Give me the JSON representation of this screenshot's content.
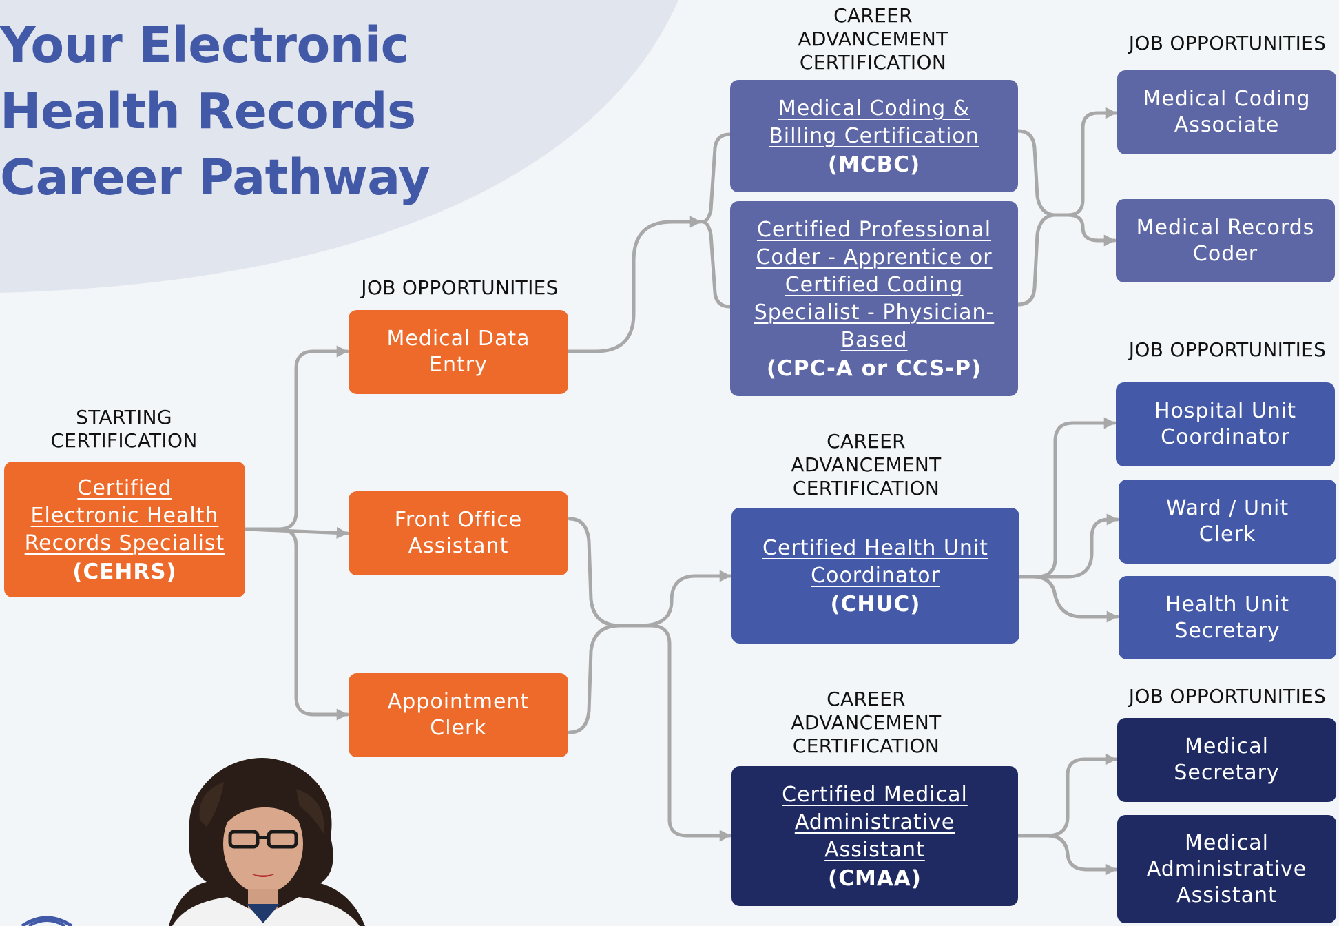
{
  "title_lines": [
    "Your Electronic",
    "Health Records",
    "Career Pathway"
  ],
  "starting": {
    "heading": [
      "STARTING",
      "CERTIFICATION"
    ],
    "name": [
      "Certified",
      "Electronic Health",
      "Records Specialist"
    ],
    "code": "(CEHRS)"
  },
  "entry_jobs": {
    "heading": "JOB OPPORTUNITIES",
    "items": [
      [
        "Medical Data",
        "Entry"
      ],
      [
        "Front Office",
        "Assistant"
      ],
      [
        "Appointment",
        "Clerk"
      ]
    ]
  },
  "advancement_heading": [
    "CAREER",
    "ADVANCEMENT",
    "CERTIFICATION"
  ],
  "certifications": {
    "mcbc": {
      "name": [
        "Medical Coding &",
        "Billing Certification"
      ],
      "code": "(MCBC)"
    },
    "cpc": {
      "name": [
        "Certified Professional",
        "Coder - Apprentice or",
        "Certified Coding",
        "Specialist - Physician-",
        "Based"
      ],
      "code": "(CPC-A or CCS-P)"
    },
    "chuc": {
      "name": [
        "Certified Health Unit",
        "Coordinator "
      ],
      "code": "(CHUC)"
    },
    "cmaa": {
      "name": [
        "Certified Medical",
        "Administrative",
        "Assistant"
      ],
      "code": "(CMAA)"
    }
  },
  "job_heading": "JOB OPPORTUNITIES",
  "coding_jobs": [
    [
      "Medical Coding",
      "Associate"
    ],
    [
      "Medical Records",
      "Coder"
    ]
  ],
  "unit_jobs": [
    [
      "Hospital Unit",
      "Coordinator"
    ],
    [
      "Ward / Unit",
      "Clerk"
    ],
    [
      "Health Unit",
      "Secretary"
    ]
  ],
  "admin_jobs": [
    [
      "Medical",
      "Secretary"
    ],
    [
      "Medical",
      "Administrative",
      "Assistant"
    ]
  ],
  "colors": {
    "title": "#4159a7",
    "orange": "#ee6a2a",
    "lavender": "#5d67a5",
    "blue": "#445aa8",
    "navy": "#1f2a63",
    "connector": "#a8a8a8",
    "background_shape": "#e1e5ee"
  },
  "icons": [
    "person-photo",
    "logo-icon"
  ]
}
